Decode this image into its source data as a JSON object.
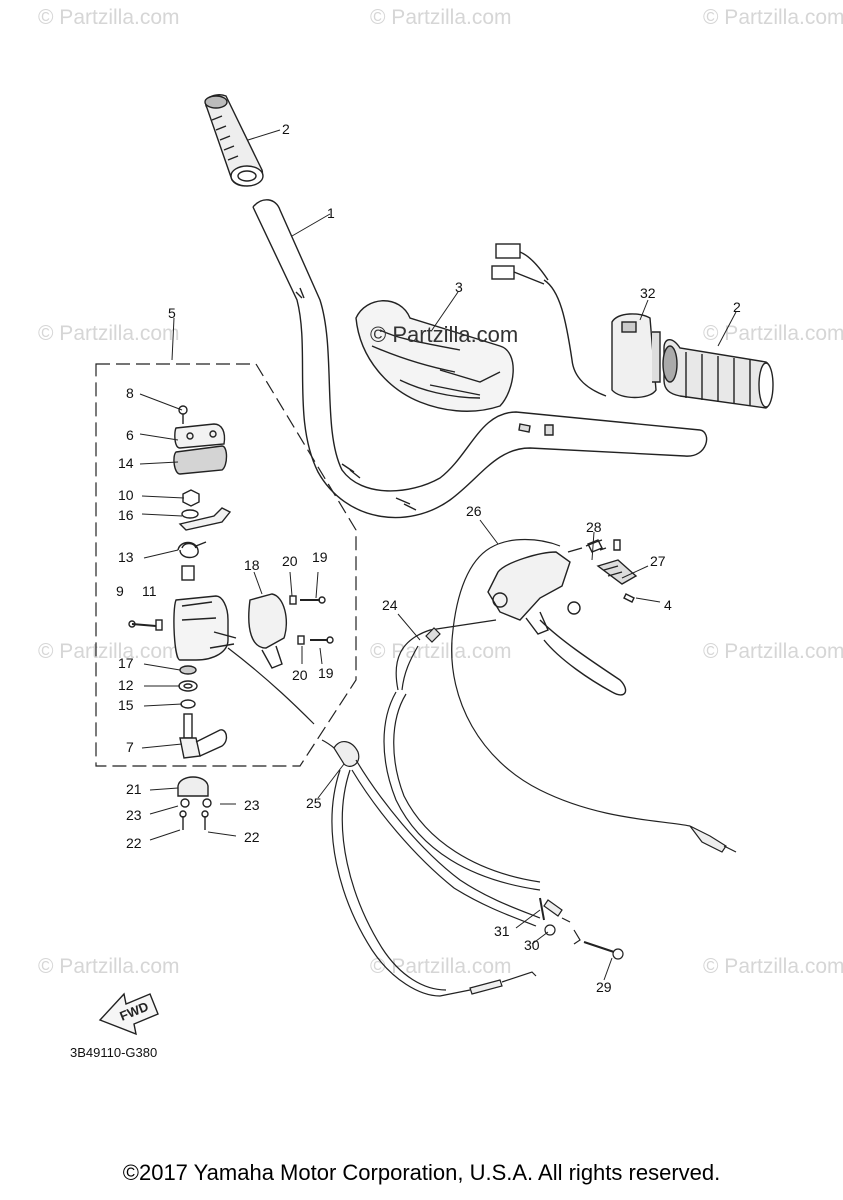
{
  "watermark": "© Partzilla.com",
  "center_watermark": "© Partzilla.com",
  "diagram_code": "3B49110-G380",
  "copyright": "©2017 Yamaha Motor Corporation, U.S.A. All rights reserved.",
  "fwd_label": "FWD",
  "callouts": [
    "1",
    "2",
    "2",
    "3",
    "4",
    "5",
    "6",
    "7",
    "8",
    "9",
    "10",
    "11",
    "12",
    "13",
    "14",
    "15",
    "16",
    "17",
    "18",
    "19",
    "19",
    "20",
    "20",
    "21",
    "22",
    "22",
    "23",
    "23",
    "24",
    "25",
    "26",
    "27",
    "28",
    "29",
    "30",
    "31",
    "32"
  ]
}
